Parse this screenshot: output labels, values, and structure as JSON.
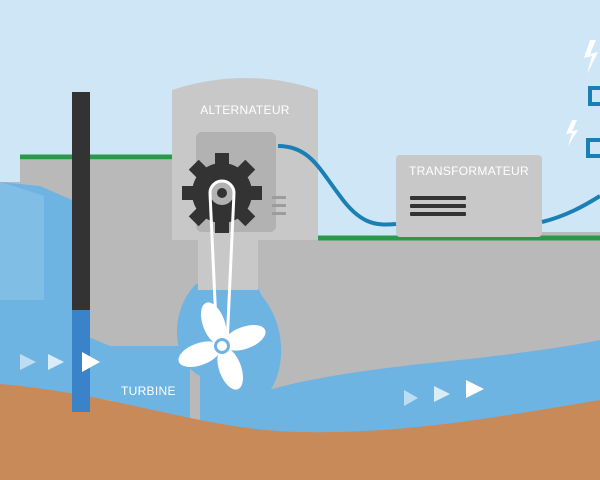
{
  "labels": {
    "alternator": "ALTERNATEUR",
    "transformer": "TRANSFORMATEUR",
    "turbine": "TURBINE"
  },
  "colors": {
    "sky": "#cfe6f7",
    "dam": "#b9b9b9",
    "water": "#6eb4e2",
    "water_light": "#a7d2ef",
    "ground": "#c98a59",
    "grass": "#2a9a4a",
    "cable": "#1a7fb5",
    "building": "#c8c8c8",
    "gear": "#333333",
    "arrow": "#ffffff"
  },
  "icons": [
    "gear-icon",
    "propeller-icon",
    "flow-arrow-icon",
    "lightning-icon",
    "pylon-icon"
  ]
}
